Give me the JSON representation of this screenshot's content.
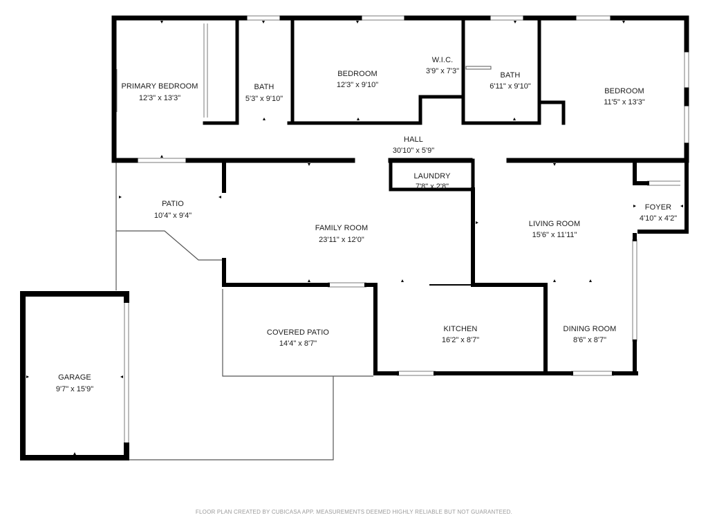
{
  "colors": {
    "wall": "#000000",
    "thin": "#555555",
    "window": "#7a7a7a",
    "note": "#9a9a9a"
  },
  "rooms": {
    "primary_bedroom": {
      "name": "PRIMARY BEDROOM",
      "dims": "12'3\" x 13'3\""
    },
    "bath_1": {
      "name": "BATH",
      "dims": "5'3\" x 9'10\""
    },
    "bedroom_1": {
      "name": "BEDROOM",
      "dims": "12'3\" x 9'10\""
    },
    "wic": {
      "name": "W.I.C.",
      "dims": "3'9\" x 7'3\""
    },
    "bath_2": {
      "name": "BATH",
      "dims": "6'11\" x 9'10\""
    },
    "bedroom_2": {
      "name": "BEDROOM",
      "dims": "11'5\" x 13'3\""
    },
    "hall": {
      "name": "HALL",
      "dims": "30'10\" x 5'9\""
    },
    "laundry": {
      "name": "LAUNDRY",
      "dims": "7'8\" x 2'8\""
    },
    "patio": {
      "name": "PATIO",
      "dims": "10'4\" x 9'4\""
    },
    "family_room": {
      "name": "FAMILY ROOM",
      "dims": "23'11\" x 12'0\""
    },
    "living_room": {
      "name": "LIVING ROOM",
      "dims": "15'6\" x 11'11\""
    },
    "foyer": {
      "name": "FOYER",
      "dims": "4'10\" x 4'2\""
    },
    "covered_patio": {
      "name": "COVERED PATIO",
      "dims": "14'4\" x 8'7\""
    },
    "kitchen": {
      "name": "KITCHEN",
      "dims": "16'2\" x 8'7\""
    },
    "dining_room": {
      "name": "DINING ROOM",
      "dims": "8'6\" x 8'7\""
    },
    "garage": {
      "name": "GARAGE",
      "dims": "9'7\" x 15'9\""
    }
  },
  "footer": {
    "note": "FLOOR PLAN CREATED BY CUBICASA APP. MEASUREMENTS DEEMED HIGHLY RELIABLE BUT NOT GUARANTEED."
  }
}
